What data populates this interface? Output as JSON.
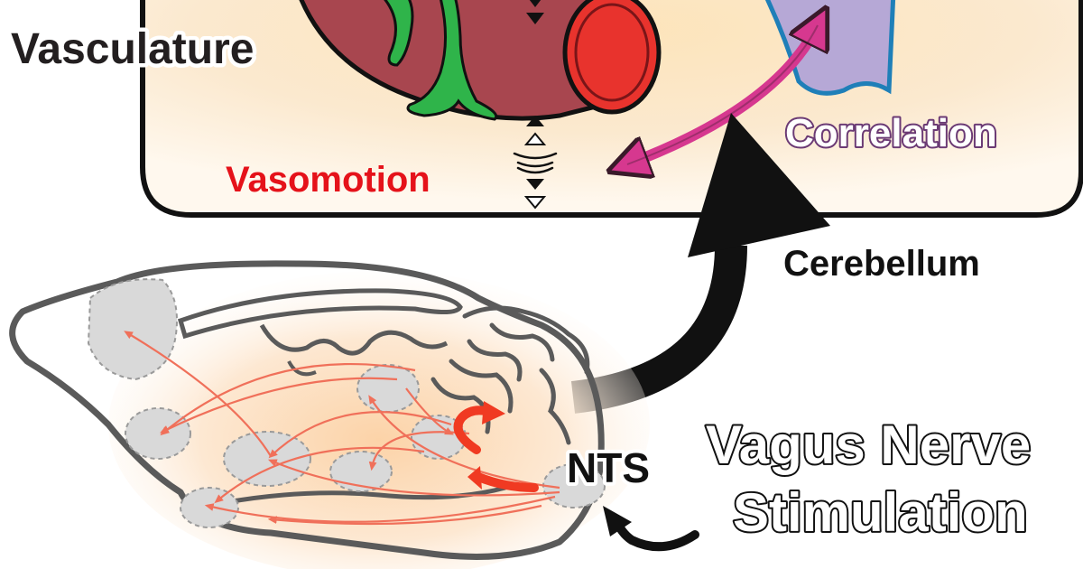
{
  "labels": {
    "vasculature": "Vasculature",
    "vasomotion": "Vasomotion",
    "correlation": "Correlation",
    "cerebellum": "Cerebellum",
    "nts": "NTS",
    "vns_line1": "Vagus Nerve",
    "vns_line2": "Stimulation"
  },
  "colors": {
    "panel_bg": "#fbe3b8",
    "vessel": "#a8464f",
    "artery_red": "#e8332d",
    "glia_green": "#2fb44a",
    "magenta_arrow": "#d6388f",
    "neuron_lavender": "#b6a8d6",
    "neuron_blue": "#1f7fb8",
    "projection_red": "#f0705a",
    "activation_red": "#f03a22",
    "nucleus_gray": "#d9d9d9"
  }
}
